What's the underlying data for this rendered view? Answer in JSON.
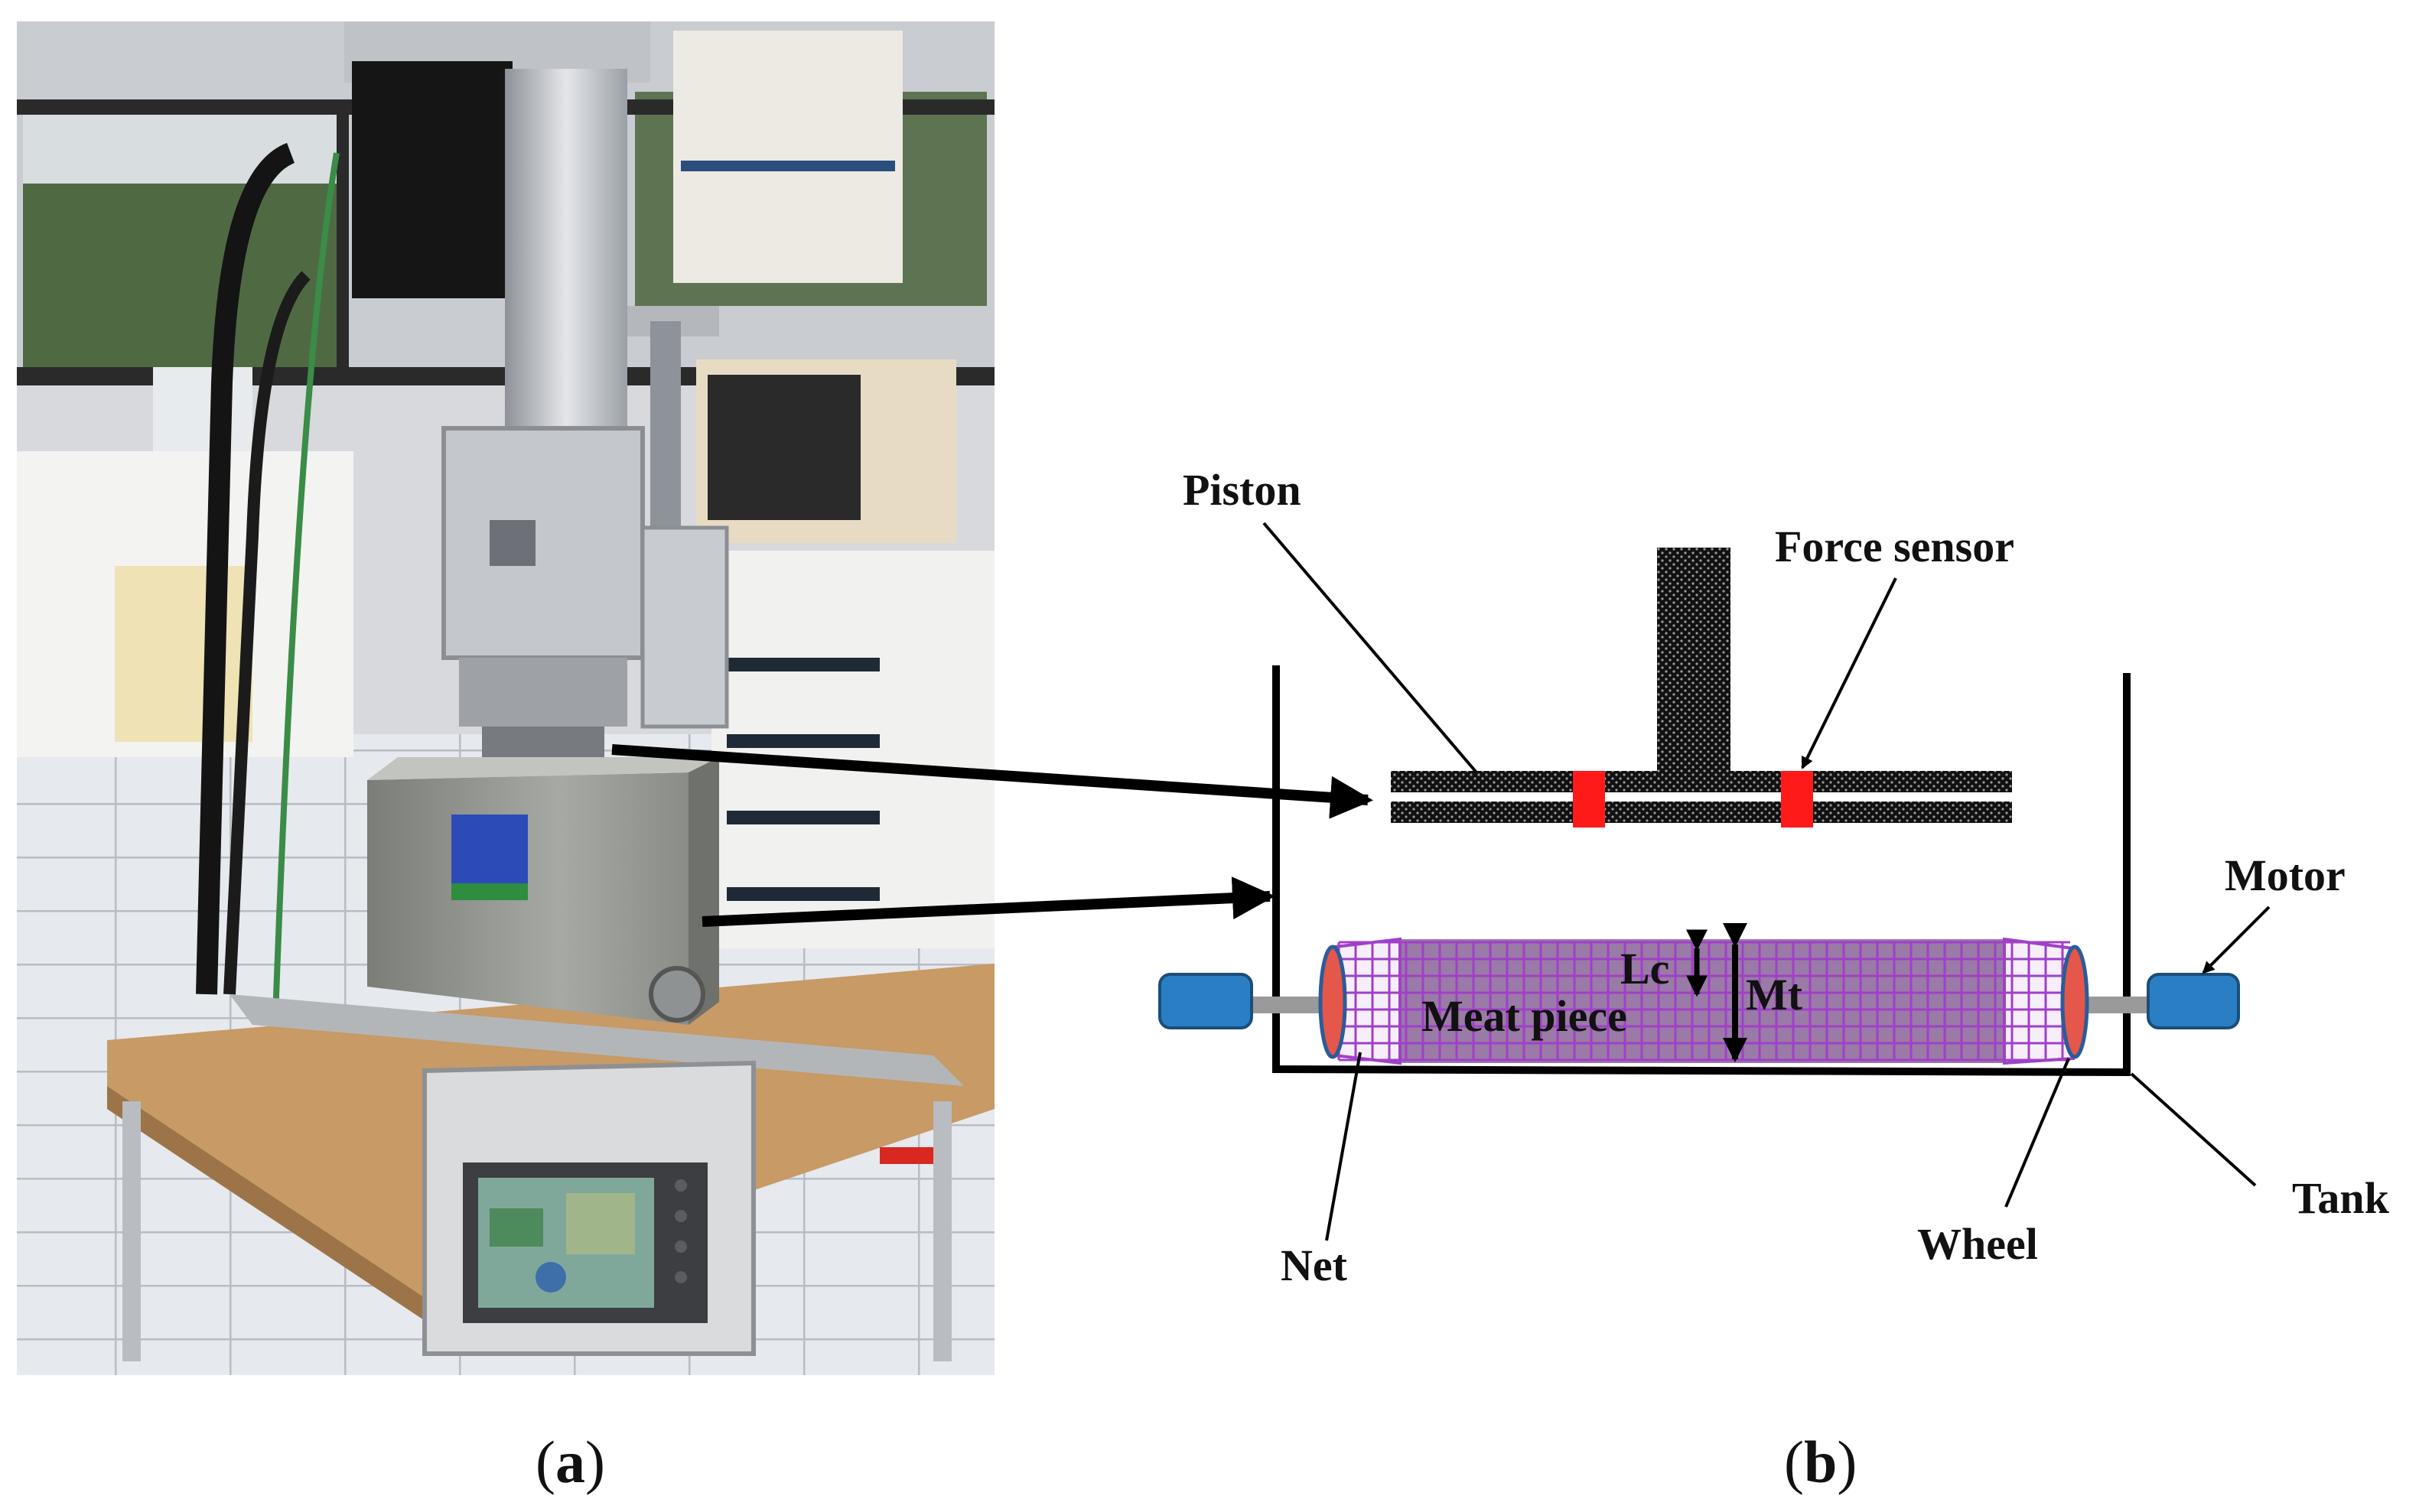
{
  "figure": {
    "panel_a": {
      "caption_letter": "a"
    },
    "panel_b": {
      "caption_letter": "b"
    }
  },
  "diagram": {
    "labels": {
      "piston": "Piston",
      "force_sensor": "Force sensor",
      "motor": "Motor",
      "meat_piece": "Meat piece",
      "lc": "Lc",
      "mt": "Mt",
      "net": "Net",
      "wheel": "Wheel",
      "tank": "Tank"
    },
    "colors": {
      "sensor": "#ff1a1a",
      "motor": "#2a7fc4",
      "net": "#a040c8",
      "meat": "#9a7aa6",
      "wheel": "#e4574a"
    }
  }
}
